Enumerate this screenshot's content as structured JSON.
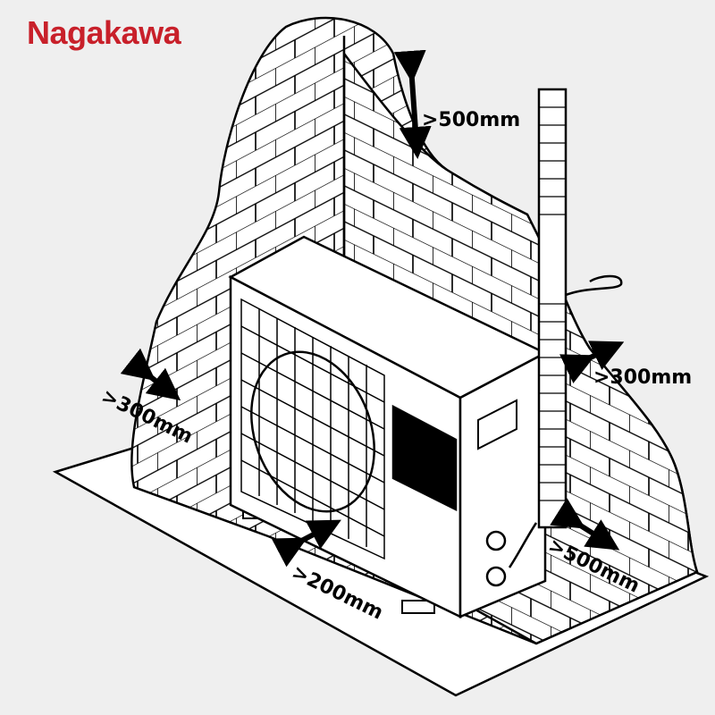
{
  "brand": {
    "logo": "Nagakawa",
    "color": "#c8202a"
  },
  "clearances": {
    "top": ">500mm",
    "right_wall": ">300mm",
    "left_wall": ">300mm",
    "front": ">200mm",
    "side_service": ">500mm"
  }
}
